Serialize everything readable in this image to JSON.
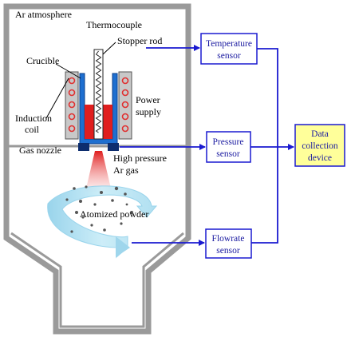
{
  "labels": {
    "atmosphere": "Ar atmosphere",
    "thermocouple": "Thermocouple",
    "stopper_rod": "Stopper rod",
    "crucible": "Crucible",
    "induction_coil_1": "Induction",
    "induction_coil_2": "coil",
    "power_supply_1": "Power",
    "power_supply_2": "supply",
    "gas_nozzle": "Gas nozzle",
    "high_pressure_1": "High pressure",
    "high_pressure_2": "Ar gas",
    "atomized_powder": "Atomized powder"
  },
  "sensors": {
    "temperature_1": "Temperature",
    "temperature_2": "sensor",
    "pressure_1": "Pressure",
    "pressure_2": "sensor",
    "flowrate_1": "Flowrate",
    "flowrate_2": "sensor"
  },
  "collector": {
    "line_1": "Data",
    "line_2": "collection",
    "line_3": "device"
  },
  "colors": {
    "chamber_wall": "#9a9a9a",
    "crucible_outer": "#1e6fd0",
    "coil_box": "#c8c8c8",
    "coil_turn": "#e03030",
    "melt": "#e01e1e",
    "arrow": "#1a1ad0",
    "collector_fill": "#ffff9a",
    "powder_swirl": "#a8dcef"
  }
}
